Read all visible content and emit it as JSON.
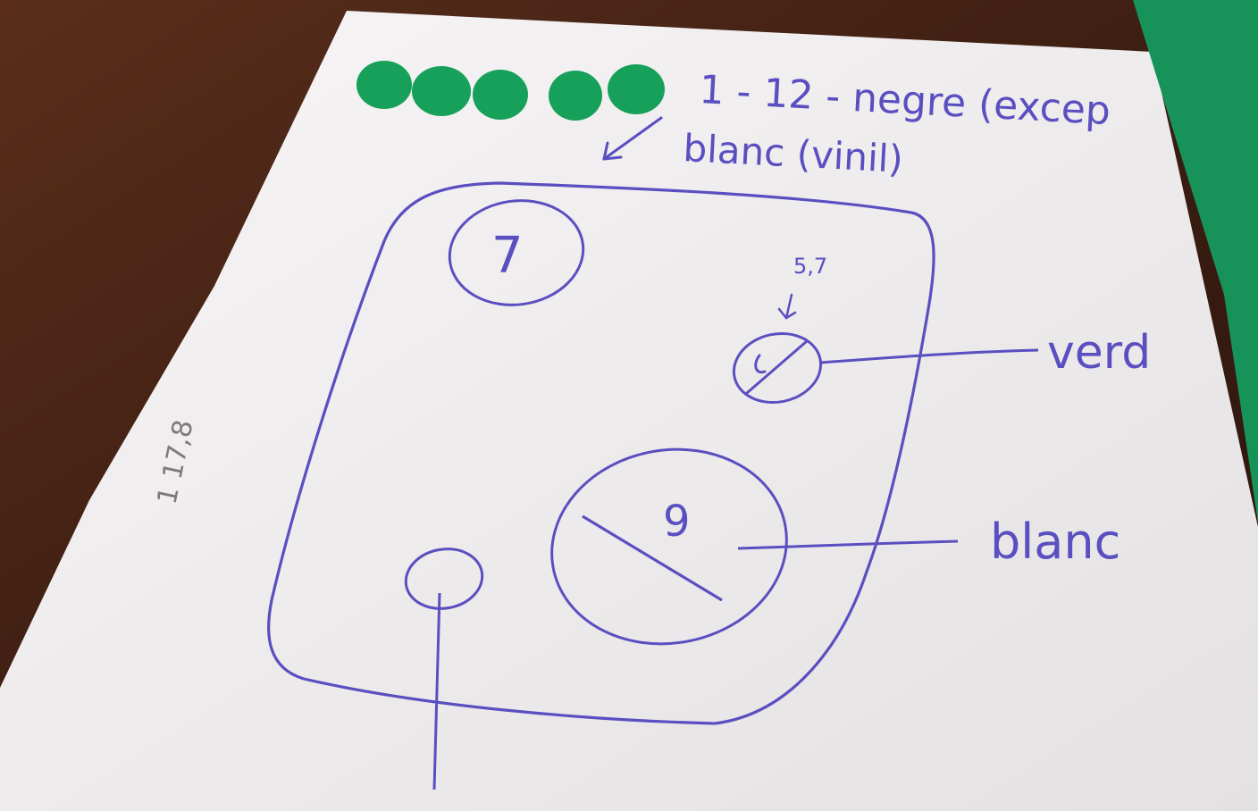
{
  "photo": {
    "colors": {
      "table": "#4a2617",
      "paper": "#f4f2f3",
      "ink": "#5a4fc0",
      "green": "#1a9a58"
    },
    "dots": {
      "count": 5,
      "color": "#17a05a"
    },
    "header_line1": "1 - 12 - negre  (excep",
    "header_line2": "blanc (vinil)",
    "circle_7_label": "7",
    "small_note": "5,7",
    "circle_9_label": "9",
    "label_green": "verd",
    "label_white": "blanc",
    "side_note": "1 17,8"
  }
}
